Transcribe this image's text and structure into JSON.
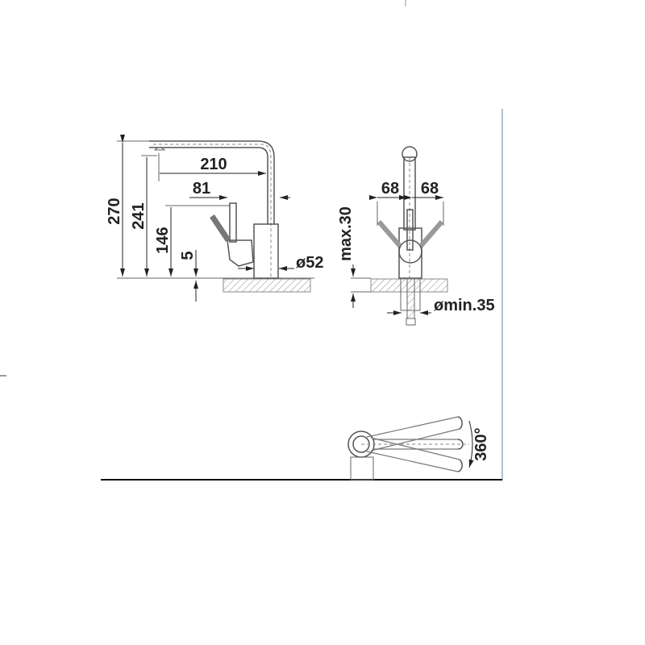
{
  "diagram": {
    "side_view": {
      "height_total": "270",
      "height_spout": "241",
      "height_handle": "146",
      "base_offset": "5",
      "spout_reach": "210",
      "handle_offset": "81",
      "base_diameter": "ø52"
    },
    "front_view": {
      "handle_left": "68",
      "handle_right": "68",
      "counter_thickness": "max.30",
      "hole_diameter": "ømin.35"
    },
    "top_view": {
      "rotation": "360°"
    }
  }
}
